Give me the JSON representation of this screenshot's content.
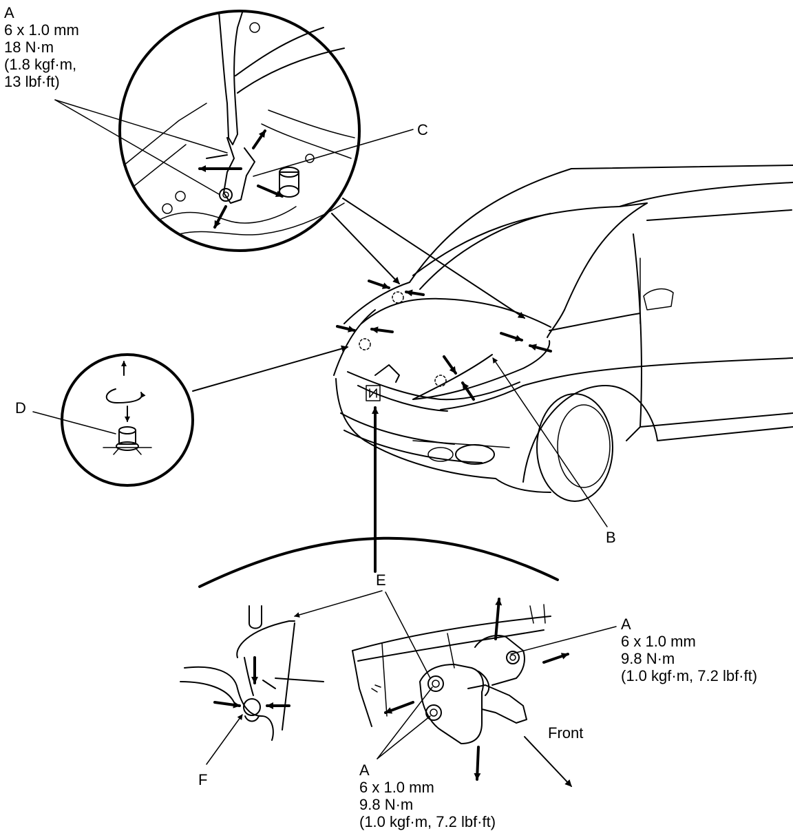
{
  "labels": {
    "A": "A",
    "B": "B",
    "C": "C",
    "D": "D",
    "E": "E",
    "F": "F",
    "front": "Front"
  },
  "specs": {
    "top": [
      "6 x 1.0 mm",
      "18 N·m",
      "(1.8 kgf·m,",
      "13 lbf·ft)"
    ],
    "right": [
      "6 x 1.0 mm",
      "9.8 N·m",
      "(1.0 kgf·m, 7.2 lbf·ft)"
    ],
    "bottom": [
      "6 x 1.0 mm",
      "9.8 N·m",
      "(1.0 kgf·m, 7.2 lbf·ft)"
    ]
  }
}
